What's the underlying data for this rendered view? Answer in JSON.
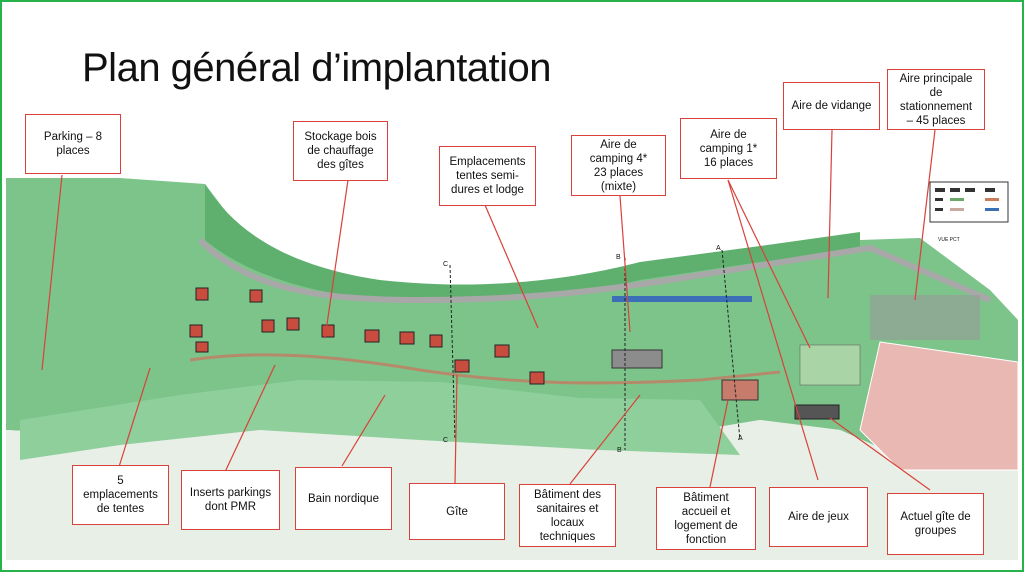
{
  "title": "Plan général d’implantation",
  "colors": {
    "accent_frame": "#27b34a",
    "label_border": "#d9413a",
    "leader_line": "#d9413a",
    "grass": "#7cc48a",
    "path": "#9a9a9a",
    "sports_field": "#e9b8b3"
  },
  "legend_icon": "map-legend",
  "labels": {
    "parking": "Parking – 8\nplaces",
    "stockage": "Stockage bois\nde chauffage\ndes gîtes",
    "emplacements_semi": "Emplacements\ntentes semi-\ndures et lodge",
    "camping4": "Aire de\ncamping 4*\n23 places\n(mixte)",
    "camping1": "Aire de\ncamping 1*\n16 places",
    "vidange": "Aire de vidange",
    "stationnement": "Aire principale\nde\nstationnement\n– 45 places",
    "tentes5": "5\nemplacements\nde tentes",
    "inserts": "Inserts parkings\ndont PMR",
    "bain": "Bain nordique",
    "gite": "Gîte",
    "sanitaires": "Bâtiment des\nsanitaires et\nlocaux\ntechniques",
    "accueil": "Bâtiment\naccueil et\nlogement de\nfonction",
    "jeux": "Aire de jeux",
    "gite_groupes": "Actuel gîte de\ngroupes"
  },
  "map_marks": {
    "section_letters": [
      "C",
      "B",
      "A",
      "C",
      "B",
      "A"
    ],
    "north_label": "VUE PCT"
  }
}
